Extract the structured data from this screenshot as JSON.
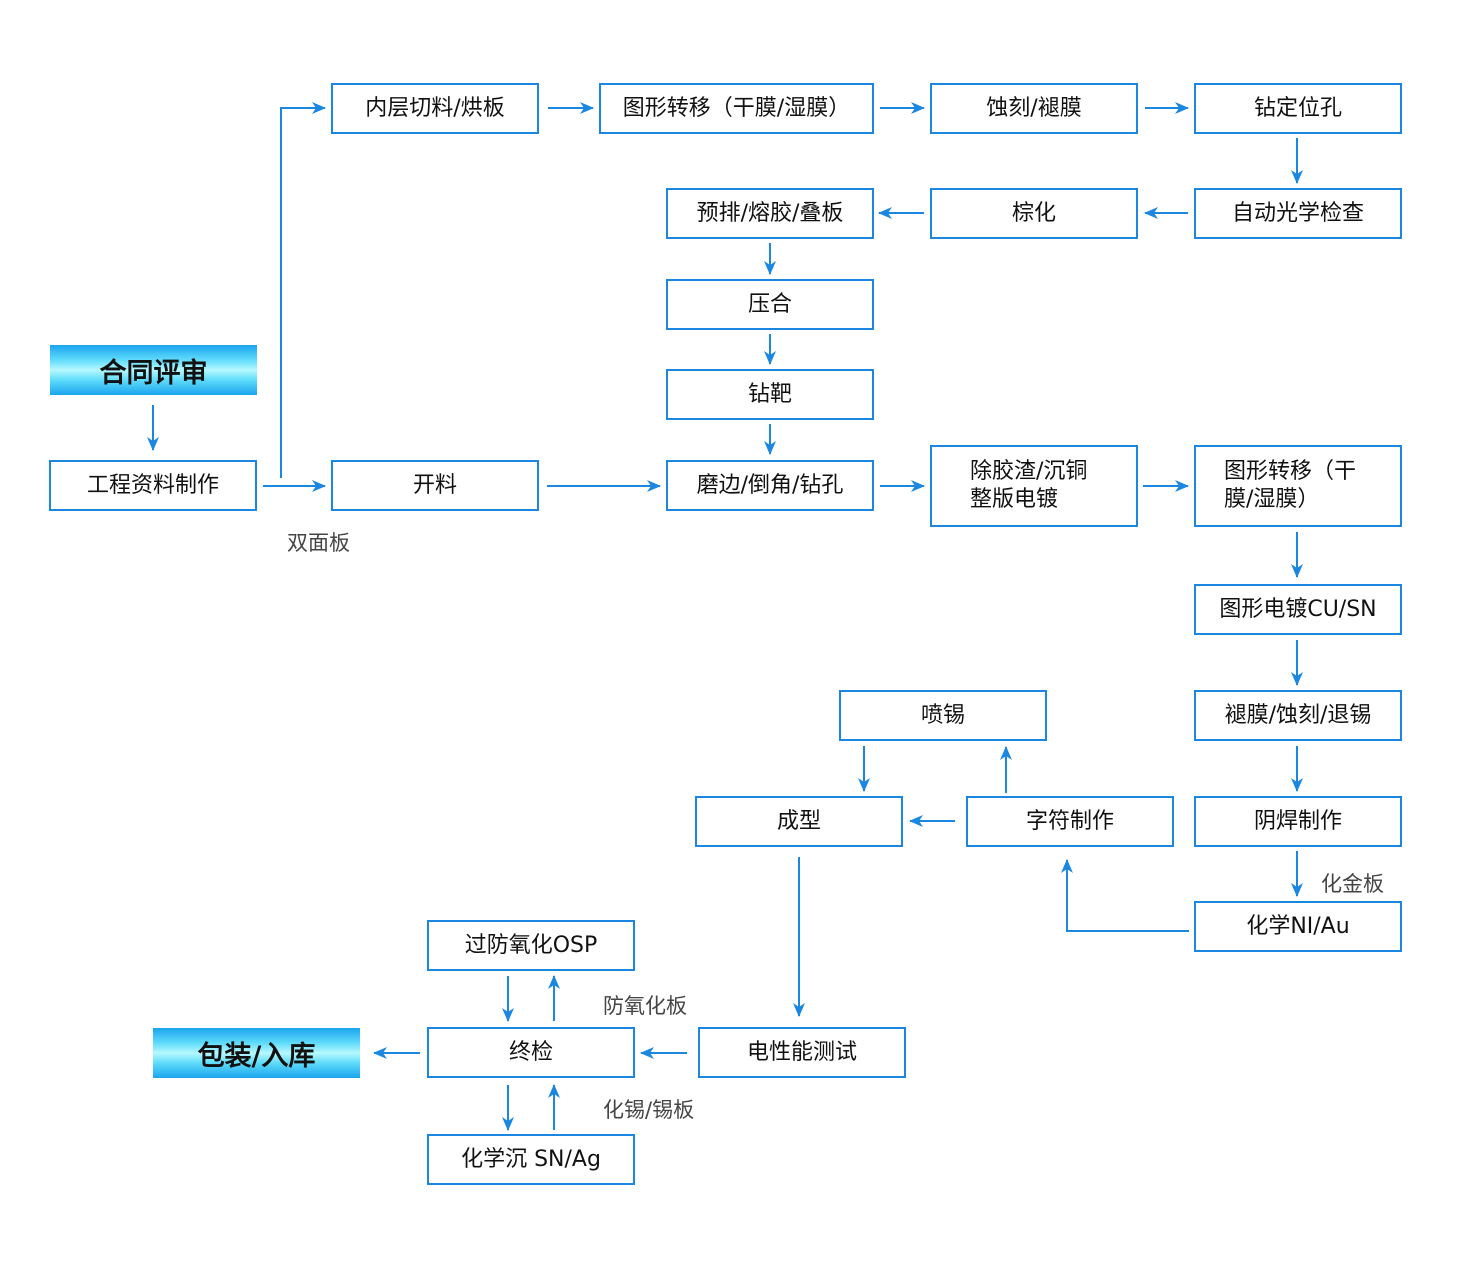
{
  "start": "合同评审",
  "end": "包装/入库",
  "steps": {
    "engineering": "工程资料制作",
    "inner_cut": "内层切料/烘板",
    "pattern_transfer_1": "图形转移（干膜/湿膜）",
    "etch_strip": "蚀刻/褪膜",
    "drill_locating": "钻定位孔",
    "aoi": "自动光学检查",
    "brown_oxide": "棕化",
    "layup": "预排/熔胶/叠板",
    "press": "压合",
    "drill_target": "钻靶",
    "cutting": "开料",
    "edge_drill": "磨边/倒角/钻孔",
    "desmear_pth_line1": "除胶渣/沉铜",
    "desmear_pth_line2": "整版电镀",
    "pattern_transfer_2_line1": "图形转移（干",
    "pattern_transfer_2_line2": "膜/湿膜）",
    "pattern_plating": "图形电镀CU/SN",
    "strip_etch_tin": "褪膜/蚀刻/退锡",
    "solder_mask": "阴焊制作",
    "enig": "化学NI/Au",
    "legend": "字符制作",
    "hasl": "喷锡",
    "routing": "成型",
    "electrical_test": "电性能测试",
    "final_inspection": "终检",
    "osp": "过防氧化OSP",
    "immersion": "化学沉 SN/Ag"
  },
  "labels": {
    "double_sided": "双面板",
    "gold_board": "化金板",
    "osp_board": "防氧化板",
    "tin_board": "化锡/锡板"
  },
  "colors": {
    "line": "#1b87e0",
    "gradient_edge": "#1ba4ee",
    "gradient_center": "#b6f8fe"
  }
}
